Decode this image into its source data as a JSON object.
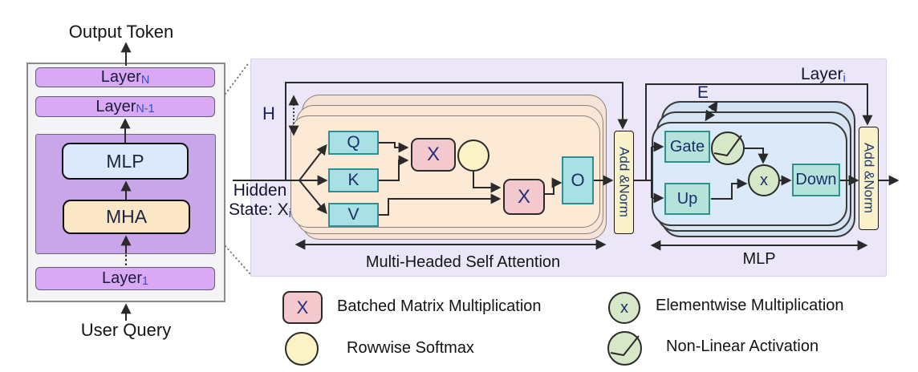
{
  "left_panel": {
    "output_token": "Output Token",
    "user_query": "User Query",
    "layer_n": {
      "base": "Layer",
      "sub": "N"
    },
    "layer_n1": {
      "base": "Layer",
      "sub": "N-1"
    },
    "layer_1": {
      "base": "Layer",
      "sub": "1"
    },
    "mlp_summary": "MLP",
    "mha_summary": "MHA"
  },
  "detail_panel": {
    "hidden_state": {
      "line1": "Hidden",
      "line2": "State: X",
      "sub": "i"
    },
    "h_label": "H",
    "e_label": "E",
    "layer_i": {
      "base": "Layer",
      "sub": "i"
    },
    "attention": {
      "q": "Q",
      "k": "K",
      "v": "V",
      "o": "O",
      "matmul1": "X",
      "matmul2": "X",
      "label": "Multi-Headed Self Attention"
    },
    "mlp_block": {
      "gate": "Gate",
      "up": "Up",
      "down": "Down",
      "elementwise": "x",
      "label": "MLP"
    },
    "add_norm_1": "Add &Norm",
    "add_norm_2": "Add &Norm"
  },
  "legend": {
    "items": [
      {
        "symbol": "X",
        "label": "Batched Matrix Multiplication"
      },
      {
        "symbol": "",
        "label": "Rowwise Softmax"
      },
      {
        "symbol": "x",
        "label": "Elementwise Multiplication"
      },
      {
        "symbol": "",
        "label": "Non-Linear Activation"
      }
    ]
  },
  "colors": {
    "panel_bg": "#ece7f8",
    "layer_pill": "#daa9f5",
    "inner_container": "#c9a5ea",
    "mlp_summary_blue": "#dbe9fb",
    "mha_summary_peach": "#fbe6c6",
    "attention_stack_peach": "#fce9d6",
    "mlp_stack_blue": "#dbe9f8",
    "qkvo_teal": "#a9e0e4",
    "matmul_pink": "#f4c9ce",
    "softmax_cream": "#fbf3c6",
    "add_norm_cream": "#f9f1c9",
    "gate_teal": "#b5e3dc",
    "activation_green": "#d6e8c8",
    "wire": "#2a2a2a"
  }
}
